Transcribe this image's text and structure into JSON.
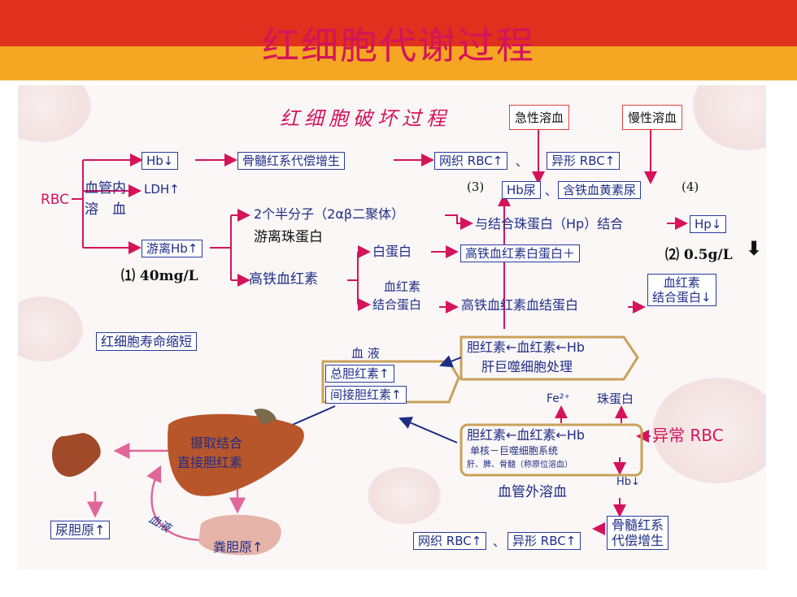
{
  "slide_title": "红细胞代谢过程",
  "diagram_heading": "红细胞破坏过程",
  "callouts": {
    "acute": "急性溶血",
    "chronic": "慢性溶血"
  },
  "left": {
    "rbc": "RBC",
    "intravascular_line1": "血管内",
    "intravascular_line2": "溶　血",
    "hb_down": "Hb↓",
    "ldh_up": "LDH↑",
    "free_hb": "游离Hb↑",
    "free_hb_value": "⑴ 40mg/L",
    "free_globin": "游离珠蛋白"
  },
  "row1": {
    "marrow_compensation": "骨髓红系代偿增生",
    "reticulocyte": "网织 RBC↑",
    "sep": "、",
    "abnormal": "异形 RBC↑"
  },
  "row2": {
    "n3": "(3)",
    "hb_urine": "Hb尿",
    "sep": "、",
    "hemosiderinuria": "含铁血黄素尿",
    "n4": "(4)"
  },
  "row3": {
    "half_molecule": "2个半分子（2αβ二聚体）",
    "hp_binding": "与结合珠蛋白（Hp）结合",
    "hp_down": "Hp↓"
  },
  "row4": {
    "albumin": "白蛋白",
    "methemalbumin": "高铁血红素白蛋白＋",
    "value2": "⑵ 0.5g/L"
  },
  "row5": {
    "methemoglobin": "高铁血红素",
    "hemopexin_l1": "血红素",
    "hemopexin_l2": "结合蛋白",
    "complex": "高铁血红素血结蛋白",
    "result_l1": "血红素",
    "result_l2": "结合蛋白↓"
  },
  "lifespan": "红细胞寿命缩短",
  "liver_macrophage": {
    "l1": "胆红素←血红素←Hb",
    "l2": "肝巨噬细胞处理"
  },
  "blood": {
    "title": "血 液",
    "total": "总胆红素↑",
    "indirect": "间接胆红素↑"
  },
  "extravascular": {
    "fe": "Fe²⁺",
    "globin": "珠蛋白",
    "chain": "胆红素←血红素←Hb",
    "abnormal_rbc": "异常 RBC",
    "mps": "单核－巨噬细胞系统",
    "organs": "肝、脾、骨髓（称原位溶血）",
    "hb_down": "Hb↓",
    "label": "血管外溶血"
  },
  "liver": {
    "l1": "摄取结合",
    "l2": "直接胆红素"
  },
  "bottom": {
    "urobilinogen": "尿胆原↑",
    "blood_label": "血液",
    "stercobilinogen": "粪胆原↑",
    "retic": "网织 RBC↑",
    "sep": "、",
    "abnormal": "异形 RBC↑",
    "marrow_l1": "骨髓红系",
    "marrow_l2": "代偿增生"
  },
  "colors": {
    "title": "#d4145a",
    "top_band": "#e0301e",
    "bottom_band": "#f5a623",
    "text_blue": "#1f2d86",
    "accent_red": "#d4145a",
    "liver": "#b8562b",
    "kidney": "#a14a2a"
  }
}
